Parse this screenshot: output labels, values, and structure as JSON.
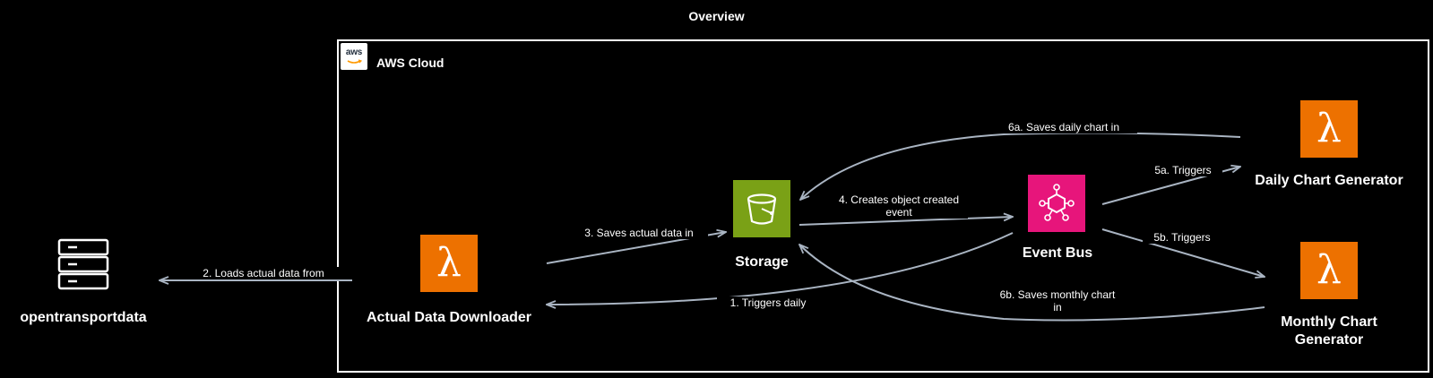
{
  "diagram": {
    "title": "Overview",
    "cloud": {
      "label": "AWS Cloud",
      "badge_text": "aws"
    },
    "nodes": {
      "external_source": {
        "label": "opentransportdata",
        "icon": "server-icon"
      },
      "downloader": {
        "label": "Actual Data Downloader",
        "icon": "lambda-icon"
      },
      "storage": {
        "label": "Storage",
        "icon": "s3-bucket-icon"
      },
      "event_bus": {
        "label": "Event Bus",
        "icon": "eventbridge-icon"
      },
      "daily_generator": {
        "label": "Daily Chart Generator",
        "icon": "lambda-icon"
      },
      "monthly_generator": {
        "label": "Monthly Chart Generator",
        "icon": "lambda-icon"
      }
    },
    "edges": {
      "e1": {
        "label": "1. Triggers daily"
      },
      "e2": {
        "label": "2. Loads actual data from"
      },
      "e3": {
        "label": "3. Saves actual data in"
      },
      "e4": {
        "label": "4. Creates object created event"
      },
      "e5a": {
        "label": "5a. Triggers"
      },
      "e5b": {
        "label": "5b. Triggers"
      },
      "e6a": {
        "label": "6a. Saves daily chart in"
      },
      "e6b": {
        "label": "6b. Saves monthly chart in"
      }
    },
    "colors": {
      "background": "#000000",
      "arrow": "#a9b4c2",
      "lambda": "#ed7100",
      "s3": "#7aa116",
      "eventbridge": "#e7157b",
      "text": "#ffffff"
    }
  }
}
